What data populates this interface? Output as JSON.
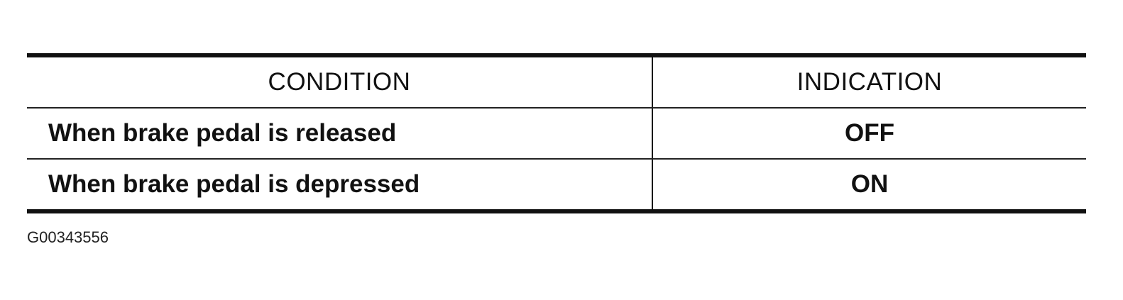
{
  "table": {
    "headers": [
      "CONDITION",
      "INDICATION"
    ],
    "rows": [
      {
        "condition": "When brake pedal is released",
        "indication": "OFF"
      },
      {
        "condition": "When brake pedal is depressed",
        "indication": "ON"
      }
    ]
  },
  "figure_id": "G00343556"
}
